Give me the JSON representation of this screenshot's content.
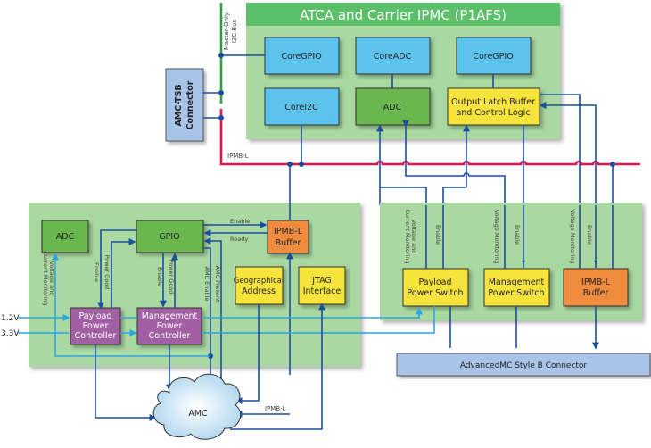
{
  "diagram": {
    "title": "ATCA and Carrier IPMC (P1AFS)",
    "bus_labels": {
      "i2c_line1": "Master-Only",
      "i2c_line2": "I2C Bus",
      "ipmb_top": "IPMB-L",
      "ipmb_bottom": "IPMB-L"
    },
    "connectors": {
      "amc_tsb_line1": "AMC-TSB",
      "amc_tsb_line2": "Connector",
      "advancedmc": "AdvancedMC Style B Connector"
    },
    "fpga_blocks": {
      "coregpio_left": "CoreGPIO",
      "coreadc": "CoreADC",
      "coregpio_right": "CoreGPIO",
      "corei2c": "CoreI2C",
      "adc": "ADC",
      "output_latch_line1": "Output Latch Buffer",
      "output_latch_line2": "and Control Logic"
    },
    "carrier_blocks": {
      "adc": "ADC",
      "gpio": "GPIO",
      "ipmb_buffer_line1": "IPMB-L",
      "ipmb_buffer_line2": "Buffer",
      "payload_ctrl_line1": "Payload",
      "payload_ctrl_line2": "Power",
      "payload_ctrl_line3": "Controller",
      "mgmt_ctrl_line1": "Management",
      "mgmt_ctrl_line2": "Power",
      "mgmt_ctrl_line3": "Controller",
      "geo_line1": "Geographical",
      "geo_line2": "Address",
      "jtag_line1": "JTAG",
      "jtag_line2": "Interface"
    },
    "switch_blocks": {
      "payload_switch_line1": "Payload",
      "payload_switch_line2": "Power Switch",
      "mgmt_switch_line1": "Management",
      "mgmt_switch_line2": "Power Switch",
      "ipmb_buffer_line1": "IPMB-L",
      "ipmb_buffer_line2": "Buffer"
    },
    "signal_labels": {
      "enable": "Enable",
      "ready": "Ready",
      "power_good": "Power Good",
      "voltage_current_1": "Voltage and",
      "voltage_current_2": "Current Monitoring",
      "amc_enable": "AMC Enable",
      "amc_present": "AMC Present",
      "voltage_monitoring": "Voltage Monitoring"
    },
    "voltages": {
      "v12": "1.2V",
      "v33": "3.3V"
    },
    "cloud": "AMC",
    "colors": {
      "panel_green": "#a9d8a0",
      "title_green": "#5cbf6a",
      "core_blue": "#5bc4ec",
      "adc_green": "#6ab84e",
      "yellow": "#f6e33a",
      "orange": "#ef8c3c",
      "purple": "#a35fa3",
      "connector_blue": "#a8c4e6",
      "wire_blue": "#1a4fa0",
      "supply_blue": "#2aa6e6",
      "ipmb_red": "#e0174a",
      "i2c_green": "#2aa23a"
    }
  }
}
